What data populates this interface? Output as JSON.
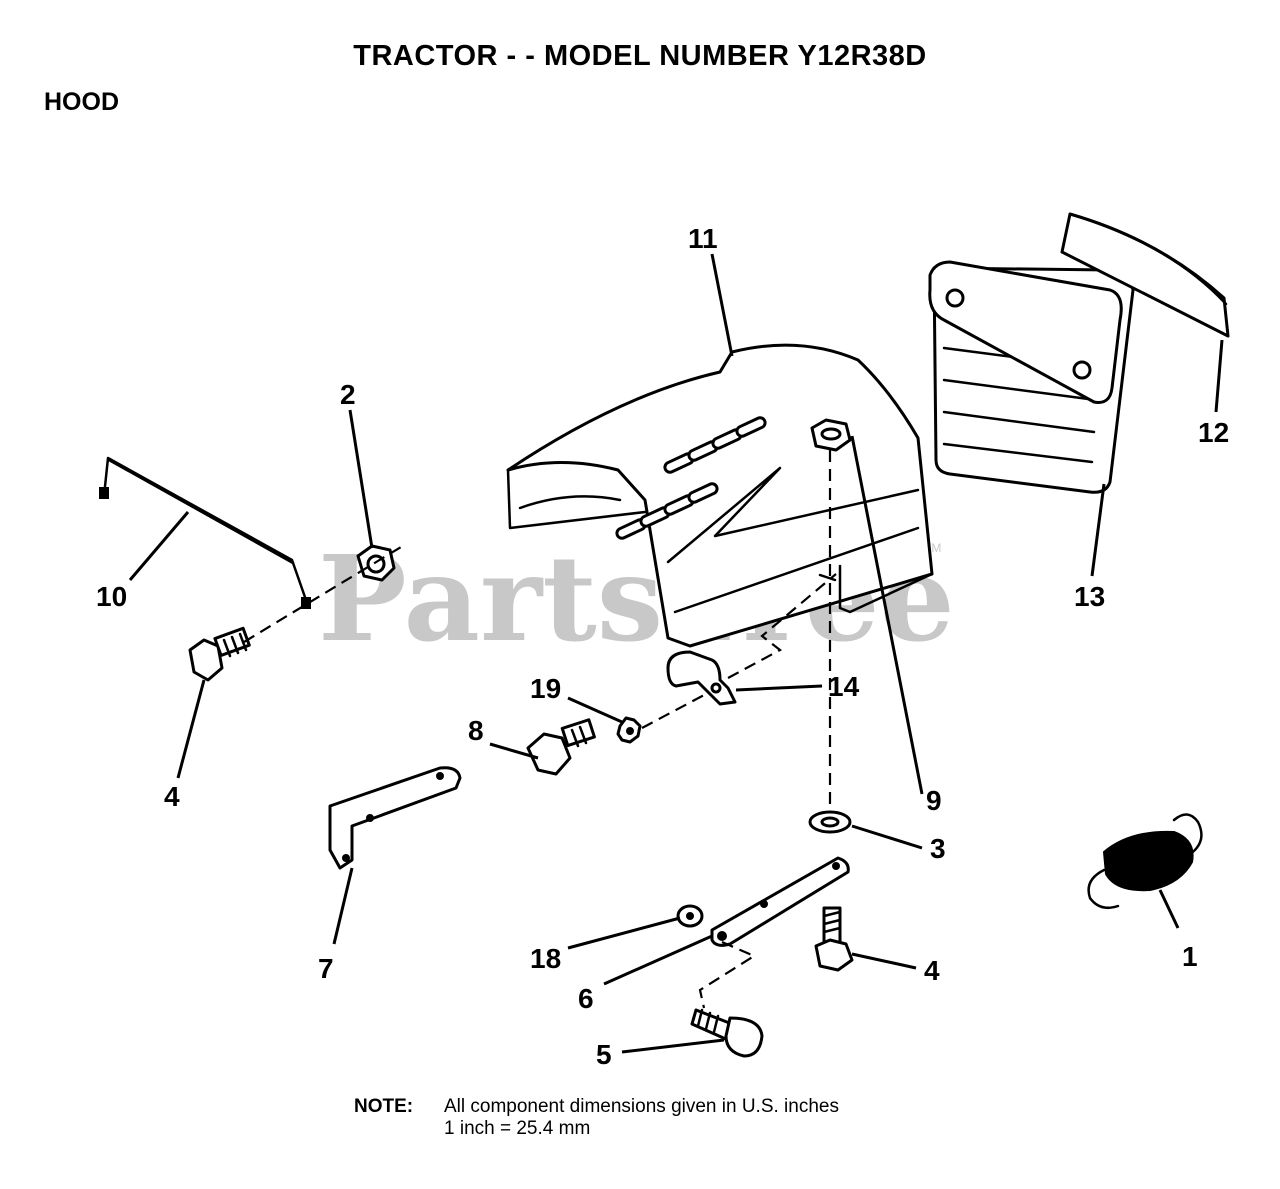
{
  "title": "TRACTOR - - MODEL NUMBER Y12R38D",
  "section": "HOOD",
  "watermark": "PartsTree",
  "watermark_mark": "TM",
  "callouts": {
    "p1": "1",
    "p2": "2",
    "p3": "3",
    "p4a": "4",
    "p4b": "4",
    "p5": "5",
    "p6": "6",
    "p7": "7",
    "p8": "8",
    "p9": "9",
    "p10": "10",
    "p11": "11",
    "p12": "12",
    "p13": "13",
    "p14": "14",
    "p18": "18",
    "p19": "19"
  },
  "note": {
    "label": "NOTE:",
    "line1": "All component dimensions given in U.S. inches",
    "line2": "1 inch = 25.4 mm"
  }
}
